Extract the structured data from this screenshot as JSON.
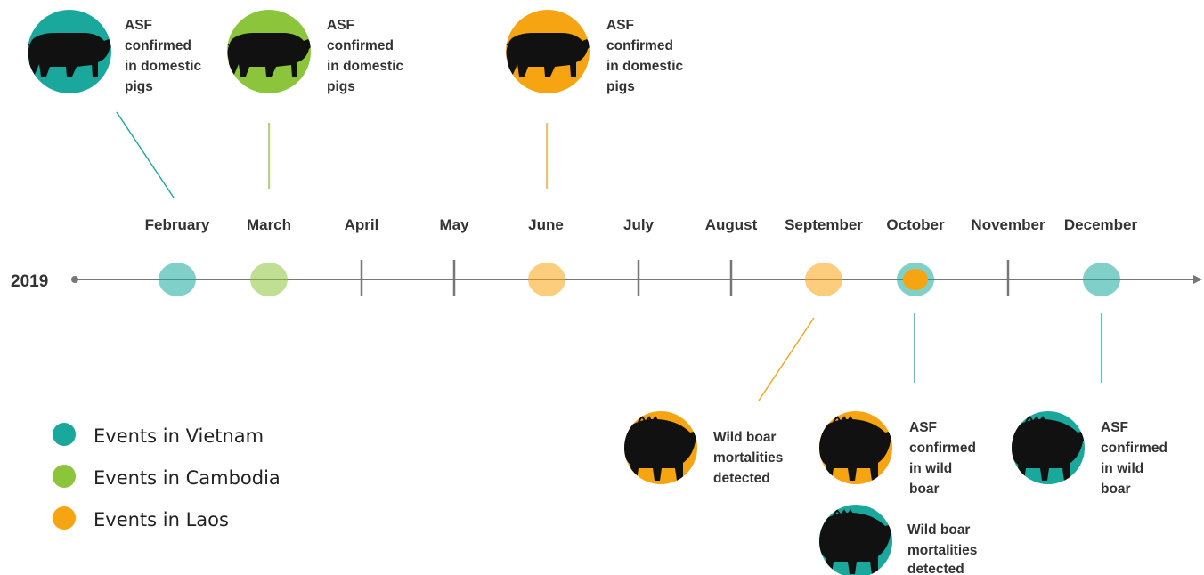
{
  "year": "2019",
  "months": [
    "February",
    "March",
    "April",
    "May",
    "June",
    "July",
    "August",
    "September",
    "October",
    "November",
    "December"
  ],
  "colors": {
    "vietnam": "#1aa89c",
    "cambodia": "#8cc43b",
    "laos": "#f7a412",
    "axis": "#777777",
    "silhouette": "#111111"
  },
  "markers": [
    {
      "month": "February",
      "kind": "vietnam"
    },
    {
      "month": "March",
      "kind": "cambodia"
    },
    {
      "month": "June",
      "kind": "laos"
    },
    {
      "month": "September",
      "kind": "laos"
    },
    {
      "month": "October",
      "kind": "vietnam-laos"
    },
    {
      "month": "November",
      "kind": "none"
    },
    {
      "month": "December",
      "kind": "vietnam"
    }
  ],
  "events_above": [
    {
      "month": "February",
      "country": "vietnam",
      "animal": "pig-icon",
      "lines": [
        "ASF",
        "confirmed",
        "in domestic",
        "pigs"
      ]
    },
    {
      "month": "March",
      "country": "cambodia",
      "animal": "pig-icon",
      "lines": [
        "ASF",
        "confirmed",
        "in domestic",
        "pigs"
      ]
    },
    {
      "month": "June",
      "country": "laos",
      "animal": "pig-icon",
      "lines": [
        "ASF",
        "confirmed",
        "in domestic",
        "pigs"
      ]
    }
  ],
  "events_below": [
    {
      "month": "September",
      "country": "laos",
      "animal": "wild-boar-icon",
      "lines": [
        "Wild boar",
        "mortalities",
        "detected"
      ]
    },
    {
      "month": "October",
      "country": "laos",
      "animal": "wild-boar-icon",
      "lines": [
        "ASF",
        "confirmed",
        "in wild",
        "boar"
      ]
    },
    {
      "month": "October",
      "country": "vietnam",
      "animal": "wild-boar-icon",
      "lines": [
        "Wild boar",
        "mortalities",
        "detected"
      ]
    },
    {
      "month": "December",
      "country": "vietnam",
      "animal": "wild-boar-icon",
      "lines": [
        "ASF",
        "confirmed",
        "in wild",
        "boar"
      ]
    }
  ],
  "legend": [
    {
      "label": "Events in Vietnam",
      "country": "vietnam"
    },
    {
      "label": "Events in Cambodia",
      "country": "cambodia"
    },
    {
      "label": "Events in Laos",
      "country": "laos"
    }
  ]
}
